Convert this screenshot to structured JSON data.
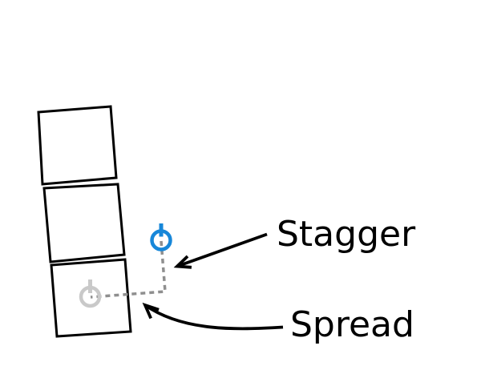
{
  "labels": {
    "stagger": "Stagger",
    "spread": "Spread"
  },
  "colors": {
    "accent_blue": "#1787d9",
    "handle_gray": "#c9c9c9",
    "dash_gray": "#8f8f8f",
    "ink_black": "#000000",
    "card_fill": "#ffffff"
  },
  "icons": {
    "target_handle": "power-icon",
    "origin_handle": "power-icon"
  },
  "cards": {
    "count": 3
  }
}
